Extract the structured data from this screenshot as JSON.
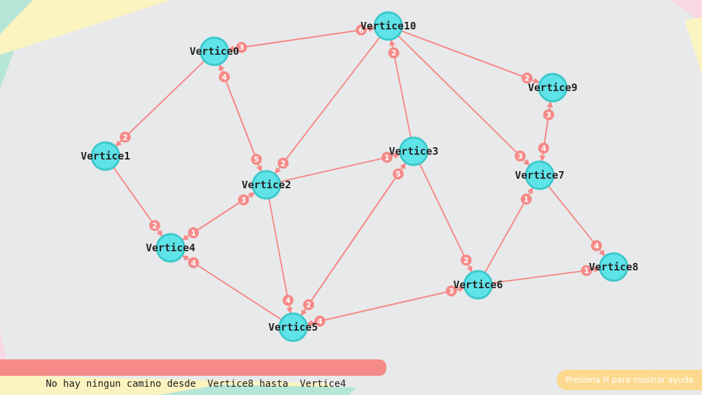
{
  "colors": {
    "background": "#e8e9ea",
    "node_fill": "#5ee3e8",
    "node_stroke": "#3cc8cc",
    "edge": "#f58a88",
    "badge": "#f58a88",
    "status_bar": "#f58a88",
    "help_hint": "#fcd98f"
  },
  "graph": {
    "nodes": [
      {
        "id": "v0",
        "label": "Vertice0"
      },
      {
        "id": "v1",
        "label": "Vertice1"
      },
      {
        "id": "v2",
        "label": "Vertice2"
      },
      {
        "id": "v3",
        "label": "Vertice3"
      },
      {
        "id": "v4",
        "label": "Vertice4"
      },
      {
        "id": "v5",
        "label": "Vertice5"
      },
      {
        "id": "v6",
        "label": "Vertice6"
      },
      {
        "id": "v7",
        "label": "Vertice7"
      },
      {
        "id": "v8",
        "label": "Vertice8"
      },
      {
        "id": "v9",
        "label": "Vertice9"
      },
      {
        "id": "v10",
        "label": "Vertice10"
      }
    ],
    "edges": [
      {
        "from": "v0",
        "to": "v10",
        "weight": "6"
      },
      {
        "from": "v10",
        "to": "v0",
        "weight": "3"
      },
      {
        "from": "v0",
        "to": "v1",
        "weight": "2"
      },
      {
        "from": "v0",
        "to": "v2",
        "weight": "5"
      },
      {
        "from": "v2",
        "to": "v0",
        "weight": "4"
      },
      {
        "from": "v10",
        "to": "v2",
        "weight": "2"
      },
      {
        "from": "v10",
        "to": "v9",
        "weight": "2"
      },
      {
        "from": "v10",
        "to": "v7",
        "weight": "3"
      },
      {
        "from": "v3",
        "to": "v10",
        "weight": "2"
      },
      {
        "from": "v1",
        "to": "v4",
        "weight": "2"
      },
      {
        "from": "v2",
        "to": "v4",
        "weight": "1"
      },
      {
        "from": "v4",
        "to": "v2",
        "weight": "3"
      },
      {
        "from": "v2",
        "to": "v3",
        "weight": "1"
      },
      {
        "from": "v2",
        "to": "v5",
        "weight": "4"
      },
      {
        "from": "v5",
        "to": "v4",
        "weight": "4"
      },
      {
        "from": "v5",
        "to": "v3",
        "weight": "5"
      },
      {
        "from": "v3",
        "to": "v5",
        "weight": "2"
      },
      {
        "from": "v3",
        "to": "v6",
        "weight": "2"
      },
      {
        "from": "v6",
        "to": "v5",
        "weight": "4"
      },
      {
        "from": "v5",
        "to": "v6",
        "weight": "3"
      },
      {
        "from": "v6",
        "to": "v7",
        "weight": "1"
      },
      {
        "from": "v6",
        "to": "v8",
        "weight": "1"
      },
      {
        "from": "v7",
        "to": "v8",
        "weight": "4"
      },
      {
        "from": "v7",
        "to": "v9",
        "weight": "3"
      },
      {
        "from": "v9",
        "to": "v7",
        "weight": "4"
      }
    ]
  },
  "status": {
    "message": "No hay ningun camino desde  Vertice8 hasta  Vertice4"
  },
  "help": {
    "hint": "Presiona H para mostrar ayuda"
  }
}
